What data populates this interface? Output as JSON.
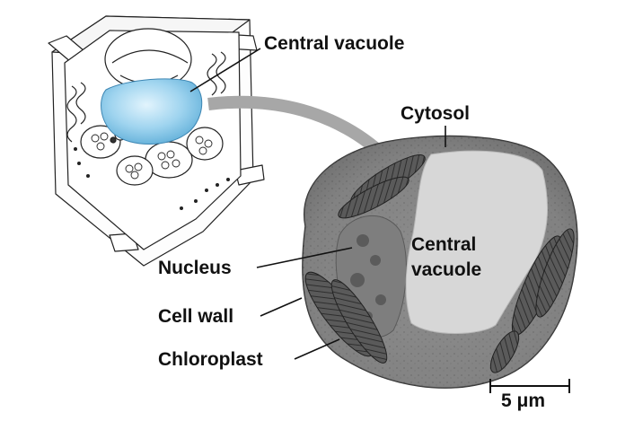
{
  "labels": {
    "central_vacuole_top": "Central vacuole",
    "cytosol": "Cytosol",
    "central_vacuole_inner_line1": "Central",
    "central_vacuole_inner_line2": "vacuole",
    "nucleus": "Nucleus",
    "cell_wall": "Cell wall",
    "chloroplast": "Chloroplast",
    "scale_bar": "5 μm"
  },
  "colors": {
    "vacuole_blue": "#9fd4ef",
    "micrograph_cytoplasm": "#8c8c8c",
    "micrograph_vacuole": "#d7d7d7",
    "chloroplast_dark": "#4a4a4a",
    "arrow_gray": "#a7a7a7",
    "line_dark": "#111111"
  }
}
